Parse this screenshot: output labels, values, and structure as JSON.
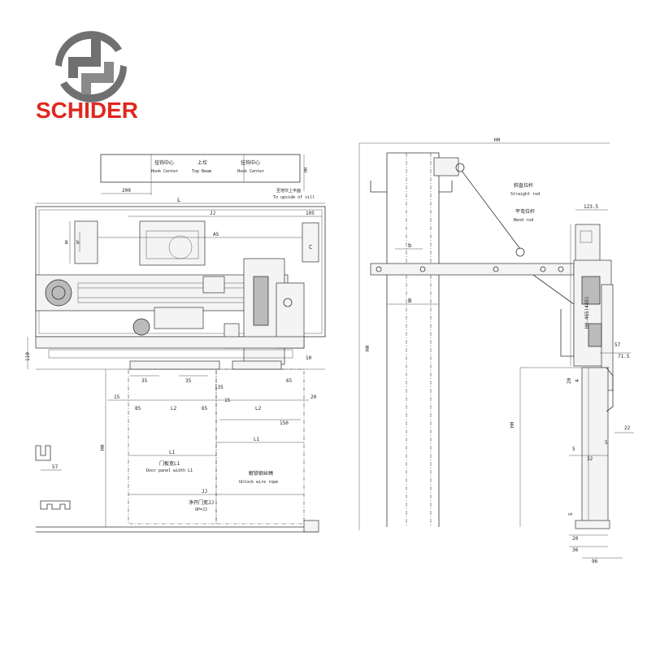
{
  "brand": {
    "name": "SCHIDER",
    "color_red": "#e0281f",
    "color_gray": "#707070",
    "logo_icon": "schider-logo-icon"
  },
  "front_view": {
    "hook_center_left_cn": "挂钩中心",
    "hook_center_left_en": "Hook Center",
    "top_beam_cn": "上坎",
    "top_beam_en": "Top Beam",
    "hook_center_right_cn": "挂钩中心",
    "hook_center_right_en": "Hook Center",
    "dim_hh_small": "HH",
    "upside_sill_cn": "至地坎上平面",
    "upside_sill_en": "To upside of sill",
    "dim_200": "200",
    "dim_L": "L",
    "dim_JJ_top": "JJ",
    "dim_105": "105",
    "dim_AS": "AS",
    "dim_B": "B",
    "dim_b": "b",
    "dim_C": "C",
    "dim_110": "110",
    "dim_10": "10",
    "dim_35a": "35",
    "dim_35b": "35",
    "dim_135": "135",
    "dim_65a": "65",
    "dim_15a": "15",
    "dim_85": "85",
    "dim_L2a": "L2",
    "dim_65b": "65",
    "dim_15b": "15",
    "dim_L2b": "L2",
    "dim_20": "20",
    "dim_150": "150",
    "dim_L1a": "L1",
    "dim_L1b": "L1",
    "dim_HH": "HH",
    "door_panel_cn": "门板宽L1",
    "door_panel_en": "Door panel width L1",
    "unlock_cn": "解锁钢丝绳",
    "unlock_en": "Unlock wire rope",
    "dim_JJ_bottom": "JJ",
    "clear_opening_cn": "净开门宽JJ",
    "clear_opening_en": "OP=JJ",
    "dim_57": "57"
  },
  "side_view": {
    "dim_HH_top": "HH",
    "straight_rod_cn": "斜直拉杆",
    "straight_rod_en": "Straight rod",
    "bend_rod_cn": "平弯拉杆",
    "bend_rod_en": "Bend rod",
    "dim_123_5": "123.5",
    "dim_b": "b",
    "dim_B": "B",
    "dim_HH_side": "HH",
    "dim_HH_465": "HH-465(485)",
    "dim_57": "57",
    "dim_71_5": "71.5",
    "dim_20a": "20",
    "dim_4": "4",
    "dim_HH_lower": "HH",
    "dim_22": "22",
    "dim_5a": "5",
    "dim_5b": "5",
    "dim_32": "32",
    "dim_5c": "5",
    "dim_20b": "20",
    "dim_36": "36",
    "dim_96": "96"
  }
}
